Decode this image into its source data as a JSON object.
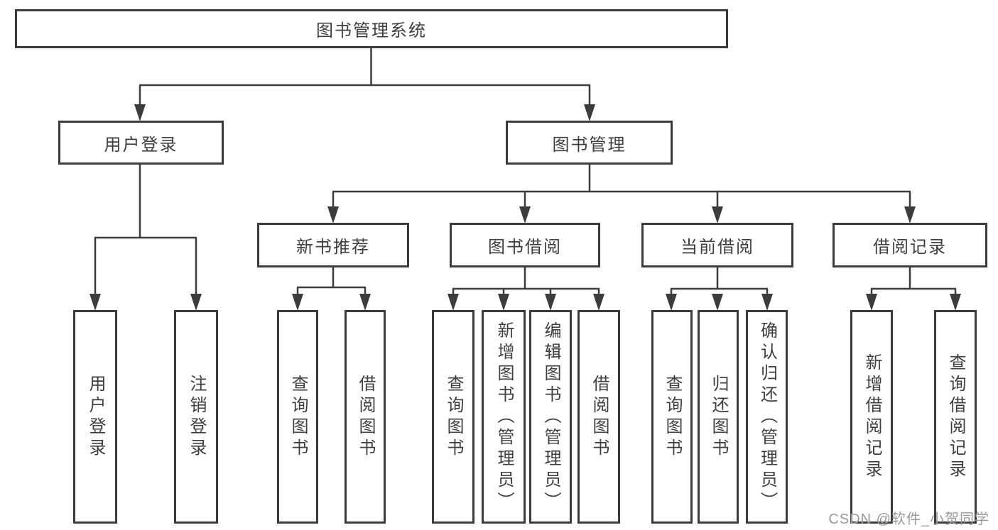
{
  "tree": {
    "label": "图书管理系统",
    "children": [
      {
        "label": "用户登录",
        "children": [
          {
            "label": "用户登录"
          },
          {
            "label": "注销登录"
          }
        ]
      },
      {
        "label": "图书管理",
        "children": [
          {
            "label": "新书推荐",
            "children": [
              {
                "label": "查询图书"
              },
              {
                "label": "借阅图书"
              }
            ]
          },
          {
            "label": "图书借阅",
            "children": [
              {
                "label": "查询图书"
              },
              {
                "label": "新增图书（管理员）"
              },
              {
                "label": "编辑图书（管理员）"
              },
              {
                "label": "借阅图书"
              }
            ]
          },
          {
            "label": "当前借阅",
            "children": [
              {
                "label": "查询图书"
              },
              {
                "label": "归还图书"
              },
              {
                "label": "确认归还（管理员）"
              }
            ]
          },
          {
            "label": "借阅记录",
            "children": [
              {
                "label": "新增借阅记录"
              },
              {
                "label": "查询借阅记录"
              }
            ]
          }
        ]
      }
    ]
  },
  "watermark": {
    "text": "CSDN @软件_小贺同学"
  },
  "colors": {
    "line": "#3c3c3c",
    "text": "#3f3f3f",
    "background": "#ffffff",
    "watermark": "#9a9a9a"
  }
}
